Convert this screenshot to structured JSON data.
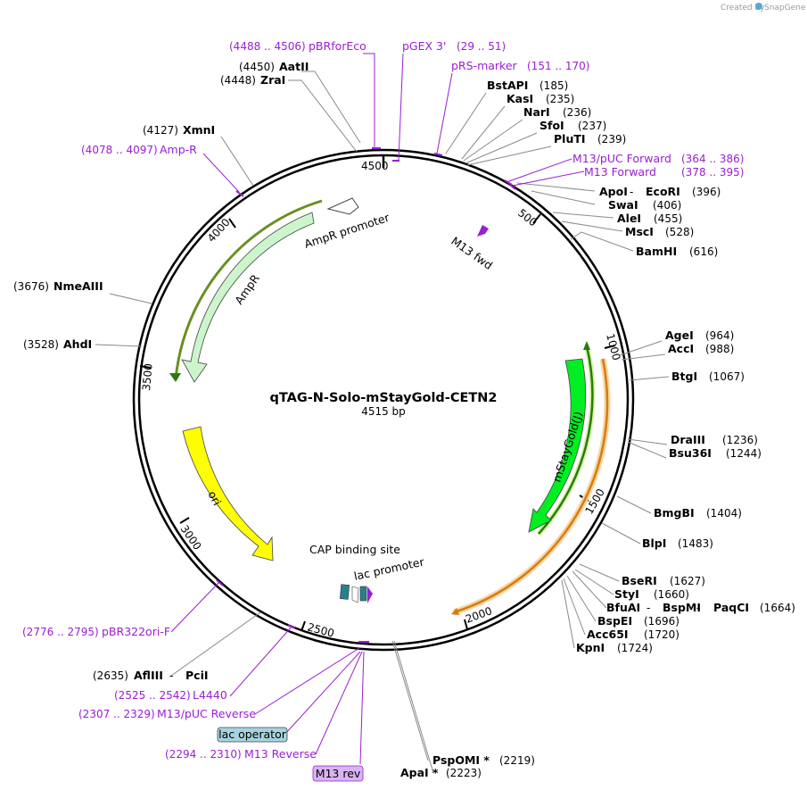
{
  "credit": {
    "prefix": "Created by",
    "brand": "SnapGene"
  },
  "plasmid": {
    "name": "qTAG-N-Solo-mStayGold-CETN2",
    "length": "4515 bp"
  },
  "ticks": [
    "500",
    "1000",
    "1500",
    "2000",
    "2500",
    "3000",
    "3500",
    "4000",
    "4500"
  ],
  "enzymes": [
    {
      "id": "aatii",
      "name": "AatII",
      "pos": "(4450)"
    },
    {
      "id": "zrai",
      "name": "ZraI",
      "pos": "(4448)"
    },
    {
      "id": "xmni",
      "name": "XmnI",
      "pos": "(4127)"
    },
    {
      "id": "nmeaiii",
      "name": "NmeAIII",
      "pos": "(3676)"
    },
    {
      "id": "ahdi",
      "name": "AhdI",
      "pos": "(3528)"
    },
    {
      "id": "bstapi",
      "name": "BstAPI",
      "pos": "(185)"
    },
    {
      "id": "kasi",
      "name": "KasI",
      "pos": "(235)"
    },
    {
      "id": "nari",
      "name": "NarI",
      "pos": "(236)"
    },
    {
      "id": "sfoi",
      "name": "SfoI",
      "pos": "(237)"
    },
    {
      "id": "pluti",
      "name": "PluTI",
      "pos": "(239)"
    },
    {
      "id": "apoi",
      "name": "ApoI",
      "sep": " - ",
      "name2": "EcoRI",
      "pos": "(396)"
    },
    {
      "id": "swai",
      "name": "SwaI",
      "pos": "(406)"
    },
    {
      "id": "alei",
      "name": "AleI",
      "pos": "(455)"
    },
    {
      "id": "msci",
      "name": "MscI",
      "pos": "(528)"
    },
    {
      "id": "bamhi",
      "name": "BamHI",
      "pos": "(616)"
    },
    {
      "id": "agei",
      "name": "AgeI",
      "pos": "(964)"
    },
    {
      "id": "acci",
      "name": "AccI",
      "pos": "(988)"
    },
    {
      "id": "btgi",
      "name": "BtgI",
      "pos": "(1067)"
    },
    {
      "id": "draiii",
      "name": "DraIII",
      "pos": "(1236)"
    },
    {
      "id": "bsu36i",
      "name": "Bsu36I",
      "pos": "(1244)"
    },
    {
      "id": "bmgbi",
      "name": "BmgBI",
      "pos": "(1404)"
    },
    {
      "id": "blpi",
      "name": "BlpI",
      "pos": "(1483)"
    },
    {
      "id": "bseri",
      "name": "BseRI",
      "pos": "(1627)"
    },
    {
      "id": "styi",
      "name": "StyI",
      "pos": "(1660)"
    },
    {
      "id": "bfuai",
      "name": "BfuAI",
      "sep": " - ",
      "name2": "BspMI",
      "sep2": " - ",
      "name3": "PaqCI",
      "pos": "(1664)"
    },
    {
      "id": "bspei",
      "name": "BspEI",
      "pos": "(1696)"
    },
    {
      "id": "acc65i",
      "name": "Acc65I",
      "pos": "(1720)"
    },
    {
      "id": "kpni",
      "name": "KpnI",
      "pos": "(1724)"
    },
    {
      "id": "pspomi",
      "name": "PspOMI *",
      "pos": "(2219)"
    },
    {
      "id": "apai",
      "name": "ApaI *",
      "pos": "(2223)"
    },
    {
      "id": "aflIII",
      "name": "AflIII",
      "sep": " - ",
      "name2": "PciI",
      "pos": "(2635)"
    }
  ],
  "primers": [
    {
      "id": "pbrforeco",
      "name": "pBRforEco",
      "range": "(4488 .. 4506)"
    },
    {
      "id": "pgex3",
      "name": "pGEX 3'",
      "range": "(29 .. 51)"
    },
    {
      "id": "prsmarker",
      "name": "pRS-marker",
      "range": "(151 .. 170)"
    },
    {
      "id": "ampr",
      "name": "Amp-R",
      "range": "(4078 .. 4097)"
    },
    {
      "id": "m13puc-fwd",
      "name": "M13/pUC Forward",
      "range": "(364 .. 386)"
    },
    {
      "id": "m13fwd",
      "name": "M13 Forward",
      "range": "(378 .. 395)"
    },
    {
      "id": "pbr322ori",
      "name": "pBR322ori-F",
      "range": "(2776 .. 2795)"
    },
    {
      "id": "l4440",
      "name": "L4440",
      "range": "(2525 .. 2542)"
    },
    {
      "id": "m13puc-rev",
      "name": "M13/pUC Reverse",
      "range": "(2307 .. 2329)"
    },
    {
      "id": "m13rev",
      "name": "M13 Reverse",
      "range": "(2294 .. 2310)"
    }
  ],
  "features": {
    "ampr_promoter": "AmpR promoter",
    "ampr": "AmpR",
    "m13_fwd": "M13 fwd",
    "ori": "ori",
    "mstaygold": "mStayGold(J)",
    "cap_site": "CAP binding site",
    "lac_promoter": "lac promoter",
    "lac_operator": "lac operator",
    "m13_rev": "M13 rev"
  },
  "colors": {
    "primer": "#9a1fd1",
    "ampr": "#ccf5cc",
    "ori": "#ffff00",
    "mstaygold": "#00ee22",
    "orf_orange": "#d97a10",
    "orf_green": "#2a7a10",
    "lac_operator_box": "#a6d3df",
    "m13_rev_box": "#d9b3f2"
  }
}
